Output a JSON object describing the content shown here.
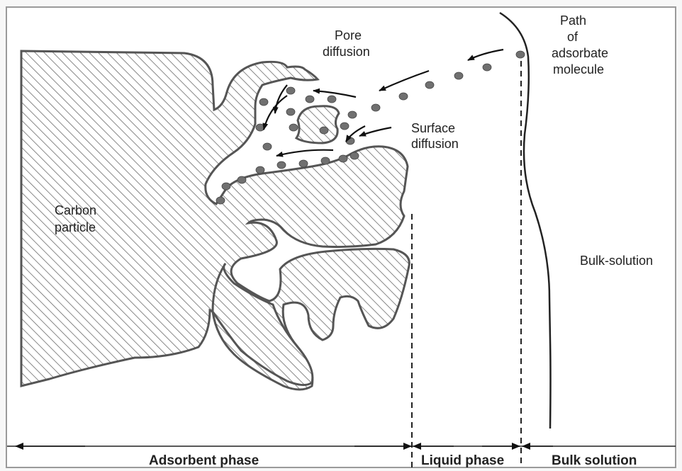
{
  "labels": {
    "pore_diffusion": [
      "Pore",
      "diffusion"
    ],
    "path": [
      "Path",
      "of",
      "adsorbate",
      "molecule"
    ],
    "surface_diffusion": [
      "Surface",
      "diffusion"
    ],
    "carbon_particle": [
      "Carbon",
      "particle"
    ],
    "bulk_solution_region": "Bulk-solution"
  },
  "phases": {
    "adsorbent": "Adsorbent phase",
    "liquid": "Liquid phase",
    "bulk": "Bulk solution"
  },
  "colors": {
    "outline": "#555555",
    "hatch": "#6a6a6a",
    "text": "#222222",
    "molecule": "#707070",
    "frame": "#9a9a9a"
  }
}
